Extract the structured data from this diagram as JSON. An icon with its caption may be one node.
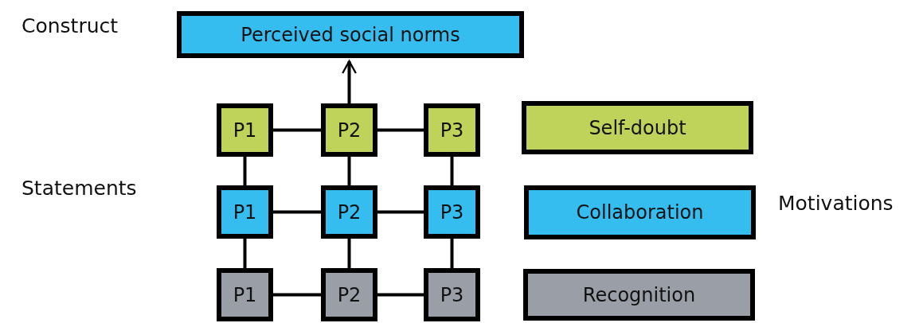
{
  "diagram": {
    "nodes": [
      {
        "text": [
          "Perceived social norms"
        ]
      },
      {
        "text": [
          "P1"
        ]
      },
      {
        "text": [
          "P2"
        ]
      },
      {
        "text": [
          "P3"
        ]
      },
      {
        "text": [
          "P1"
        ]
      },
      {
        "text": [
          "P2"
        ]
      },
      {
        "text": [
          "P3"
        ]
      },
      {
        "text": [
          "P1"
        ]
      },
      {
        "text": [
          "P2"
        ]
      },
      {
        "text": [
          "P3"
        ]
      },
      {
        "text": [
          "Self-doubt"
        ]
      },
      {
        "text": [
          "Collaboration"
        ]
      },
      {
        "text": [
          "Recognition"
        ]
      }
    ],
    "edges": [
      {
        "from": 2,
        "to": 0,
        "arrow": "to"
      },
      {
        "from": 1,
        "to": 2,
        "arrow": "none"
      },
      {
        "from": 2,
        "to": 3,
        "arrow": "none"
      },
      {
        "from": 1,
        "to": 4,
        "arrow": "none"
      },
      {
        "from": 2,
        "to": 5,
        "arrow": "none"
      },
      {
        "from": 3,
        "to": 6,
        "arrow": "none"
      },
      {
        "from": 4,
        "to": 5,
        "arrow": "none"
      },
      {
        "from": 5,
        "to": 6,
        "arrow": "none"
      },
      {
        "from": 4,
        "to": 7,
        "arrow": "none"
      },
      {
        "from": 5,
        "to": 8,
        "arrow": "none"
      },
      {
        "from": 6,
        "to": 9,
        "arrow": "none"
      },
      {
        "from": 7,
        "to": 8,
        "arrow": "none"
      },
      {
        "from": 8,
        "to": 9,
        "arrow": "none"
      }
    ],
    "labels": [
      "Construct",
      "Statements",
      "Motivations"
    ]
  }
}
